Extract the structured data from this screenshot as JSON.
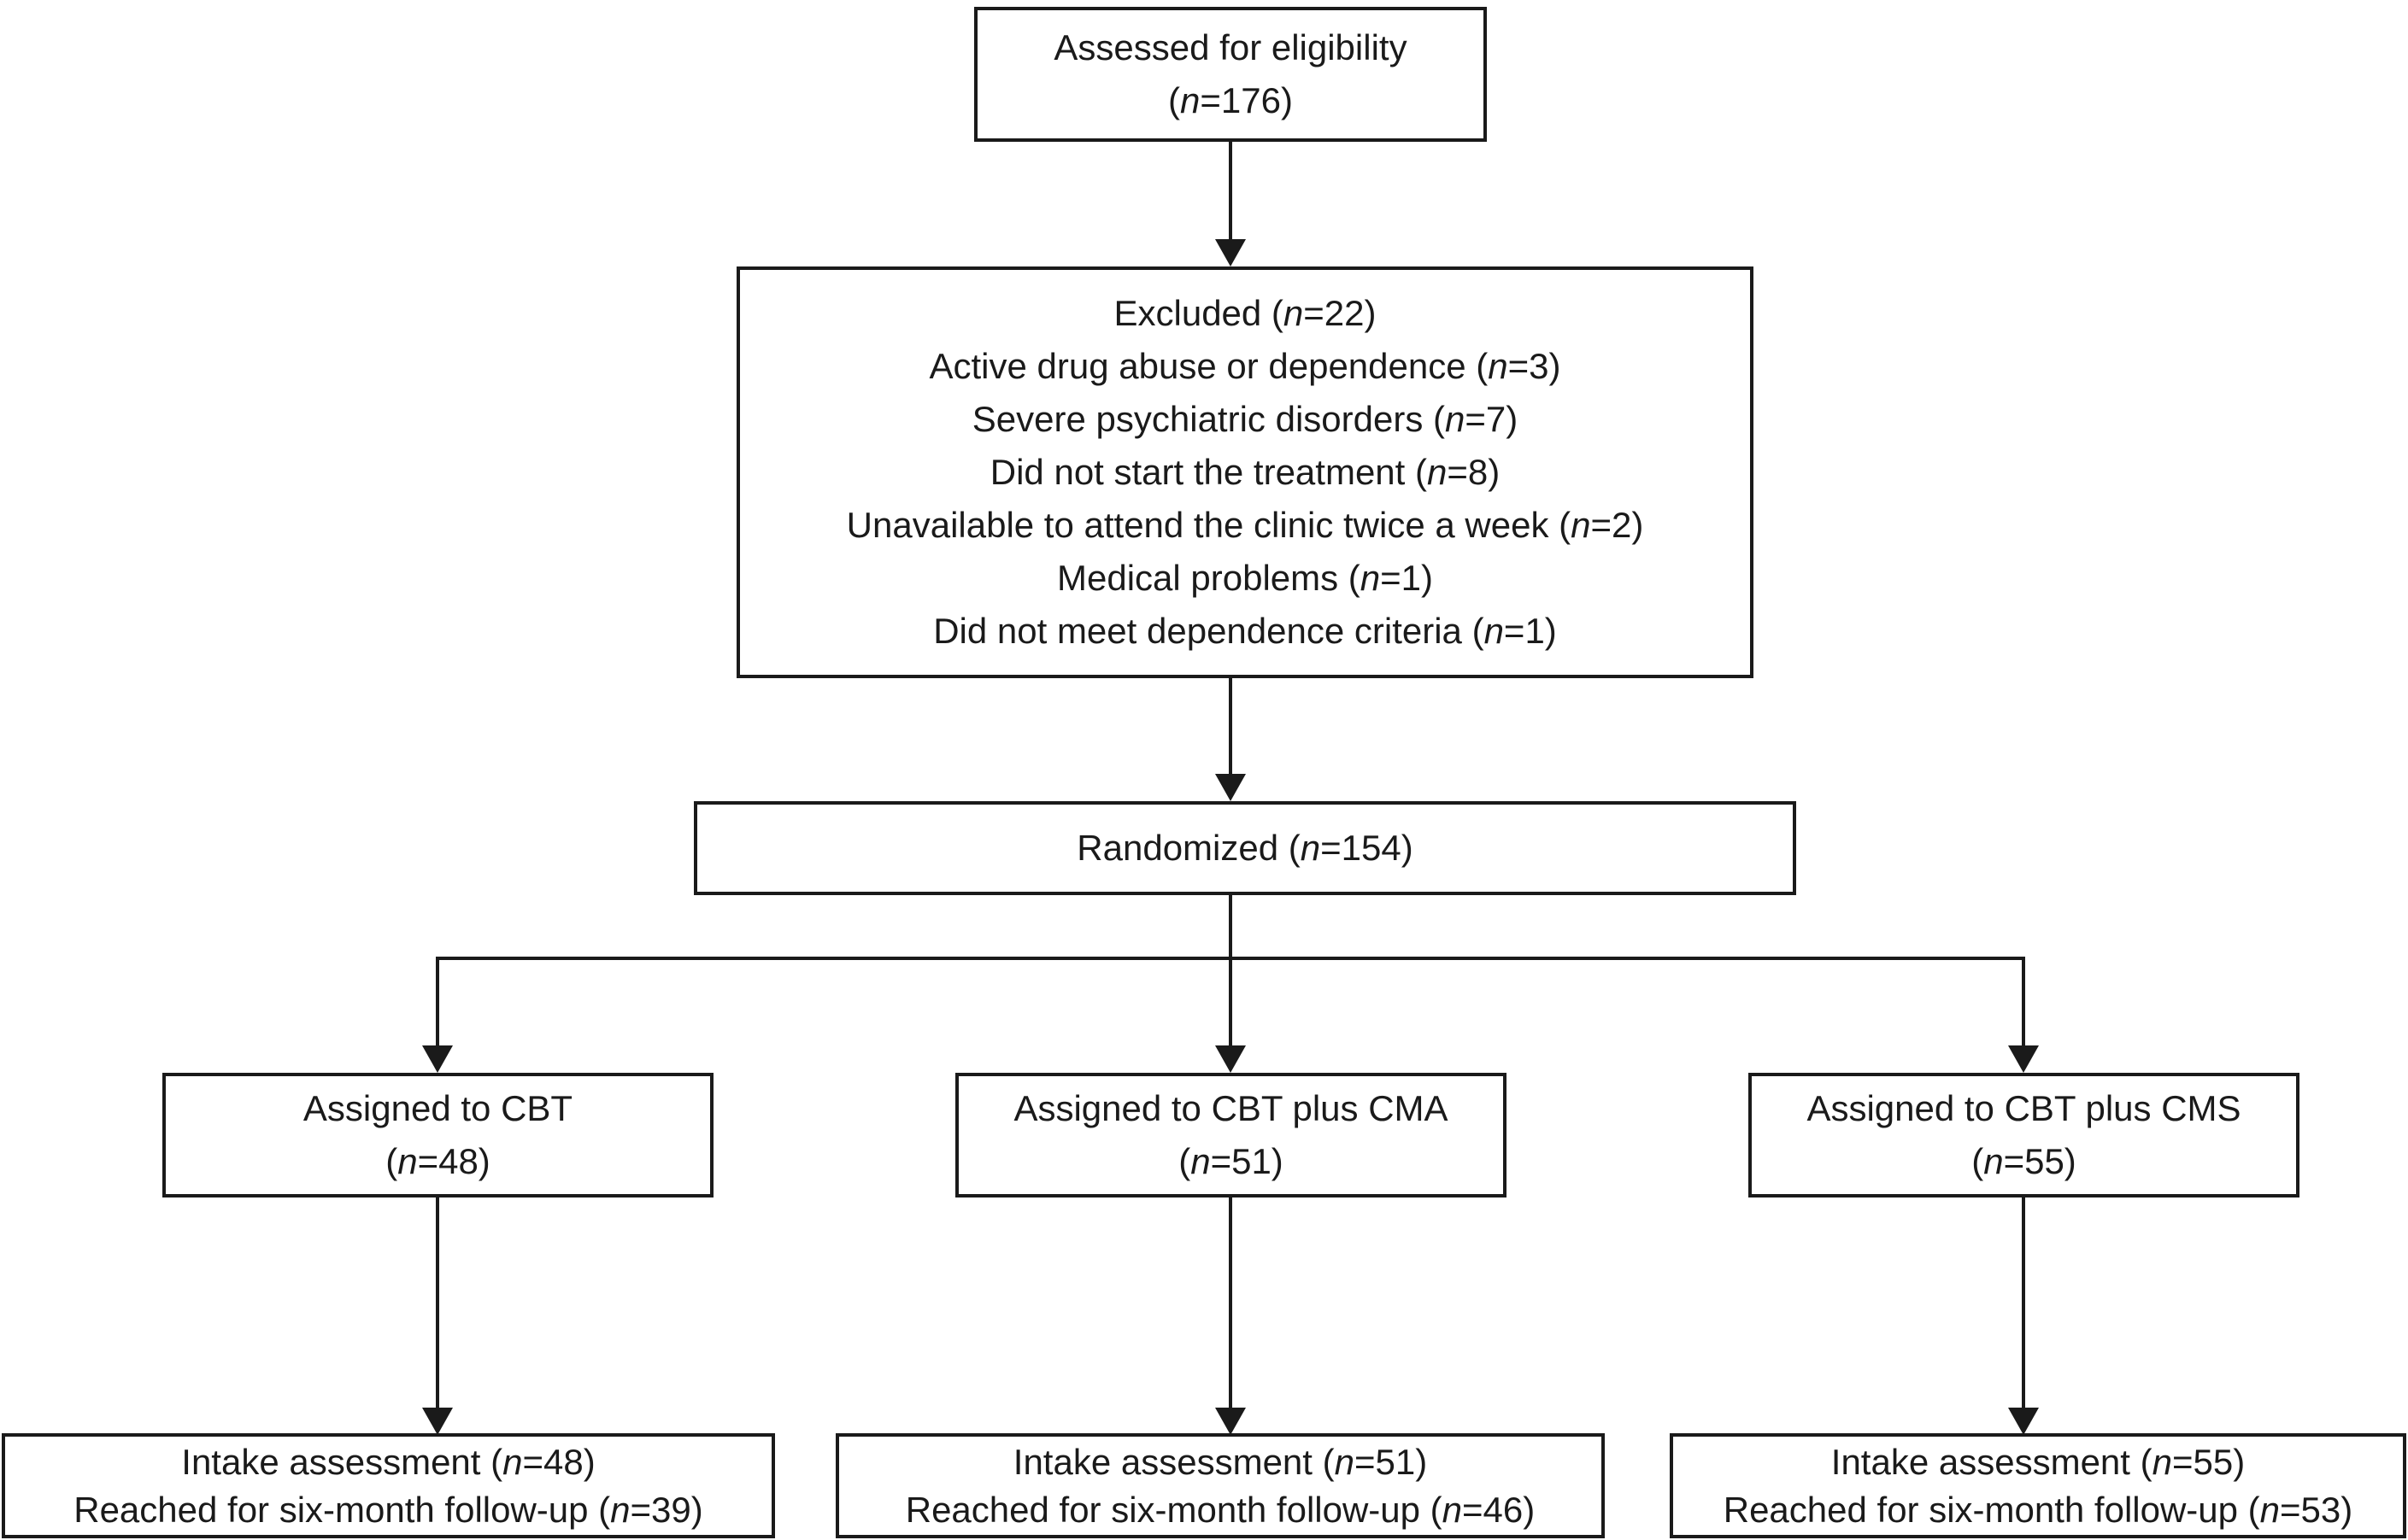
{
  "figure": {
    "type": "flowchart",
    "colors": {
      "line": "#1a1a1a",
      "text": "#1a1a1a",
      "background": "#ffffff"
    },
    "boxes": {
      "assessed": {
        "lines": [
          "Assessed for eligibility",
          "(n=176)"
        ]
      },
      "excluded": {
        "lines": [
          "Excluded (n=22)",
          "Active drug abuse or dependence (n=3)",
          "Severe psychiatric disorders (n=7)",
          "Did not start the treatment (n=8)",
          "Unavailable to attend the clinic twice a week (n=2)",
          "Medical problems (n=1)",
          "Did not meet dependence criteria (n=1)"
        ]
      },
      "randomized": {
        "lines": [
          "Randomized (n=154)"
        ]
      },
      "assigned_cbt": {
        "lines": [
          "Assigned to CBT",
          "(n=48)"
        ]
      },
      "assigned_cbt_cma": {
        "lines": [
          "Assigned to CBT plus CMA",
          "(n=51)"
        ]
      },
      "assigned_cbt_cms": {
        "lines": [
          "Assigned to CBT plus CMS",
          "(n=55)"
        ]
      },
      "followup_cbt": {
        "lines": [
          "Intake assessment (n=48)",
          "Reached for six-month follow-up (n=39)"
        ]
      },
      "followup_cbt_cma": {
        "lines": [
          "Intake assessment (n=51)",
          "Reached for six-month follow-up (n=46)"
        ]
      },
      "followup_cbt_cms": {
        "lines": [
          "Intake assessment (n=55)",
          "Reached for six-month follow-up (n=53)"
        ]
      }
    }
  }
}
